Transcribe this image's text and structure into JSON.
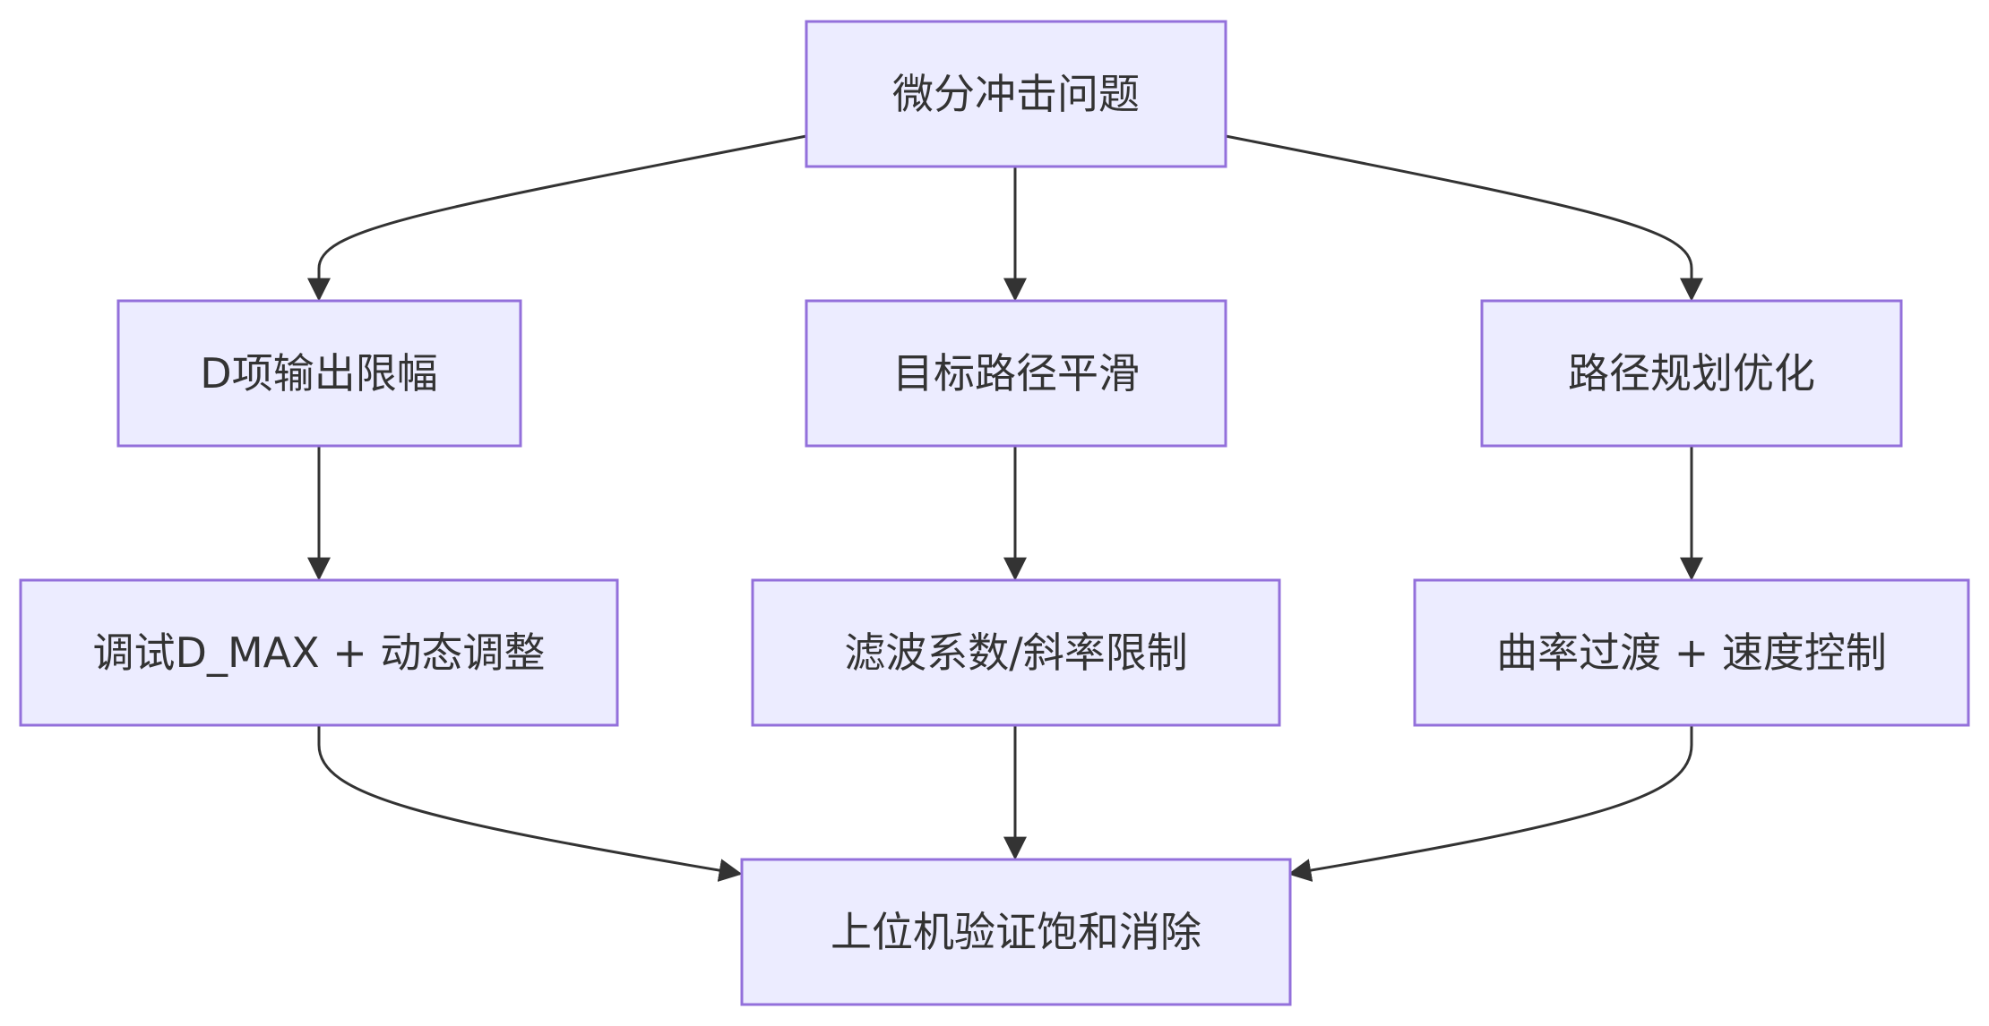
{
  "diagram": {
    "type": "flowchart",
    "colors": {
      "node_fill": "#ECECFF",
      "node_border": "#9370DB",
      "edge": "#333333",
      "text": "#333333"
    },
    "nodes": {
      "root": {
        "label": "微分冲击问题"
      },
      "d_limit": {
        "label": "D项输出限幅"
      },
      "path_smooth": {
        "label": "目标路径平滑"
      },
      "path_plan": {
        "label": "路径规划优化"
      },
      "debug_dmax": {
        "label": "调试D_MAX + 动态调整"
      },
      "filter": {
        "label": "滤波系数/斜率限制"
      },
      "curvature": {
        "label": "曲率过渡 + 速度控制"
      },
      "verify": {
        "label": "上位机验证饱和消除"
      }
    },
    "edges": [
      {
        "from": "微分冲击问题",
        "to": "D项输出限幅"
      },
      {
        "from": "微分冲击问题",
        "to": "目标路径平滑"
      },
      {
        "from": "微分冲击问题",
        "to": "路径规划优化"
      },
      {
        "from": "D项输出限幅",
        "to": "调试D_MAX + 动态调整"
      },
      {
        "from": "目标路径平滑",
        "to": "滤波系数/斜率限制"
      },
      {
        "from": "路径规划优化",
        "to": "曲率过渡 + 速度控制"
      },
      {
        "from": "调试D_MAX + 动态调整",
        "to": "上位机验证饱和消除"
      },
      {
        "from": "滤波系数/斜率限制",
        "to": "上位机验证饱和消除"
      },
      {
        "from": "曲率过渡 + 速度控制",
        "to": "上位机验证饱和消除"
      }
    ]
  }
}
